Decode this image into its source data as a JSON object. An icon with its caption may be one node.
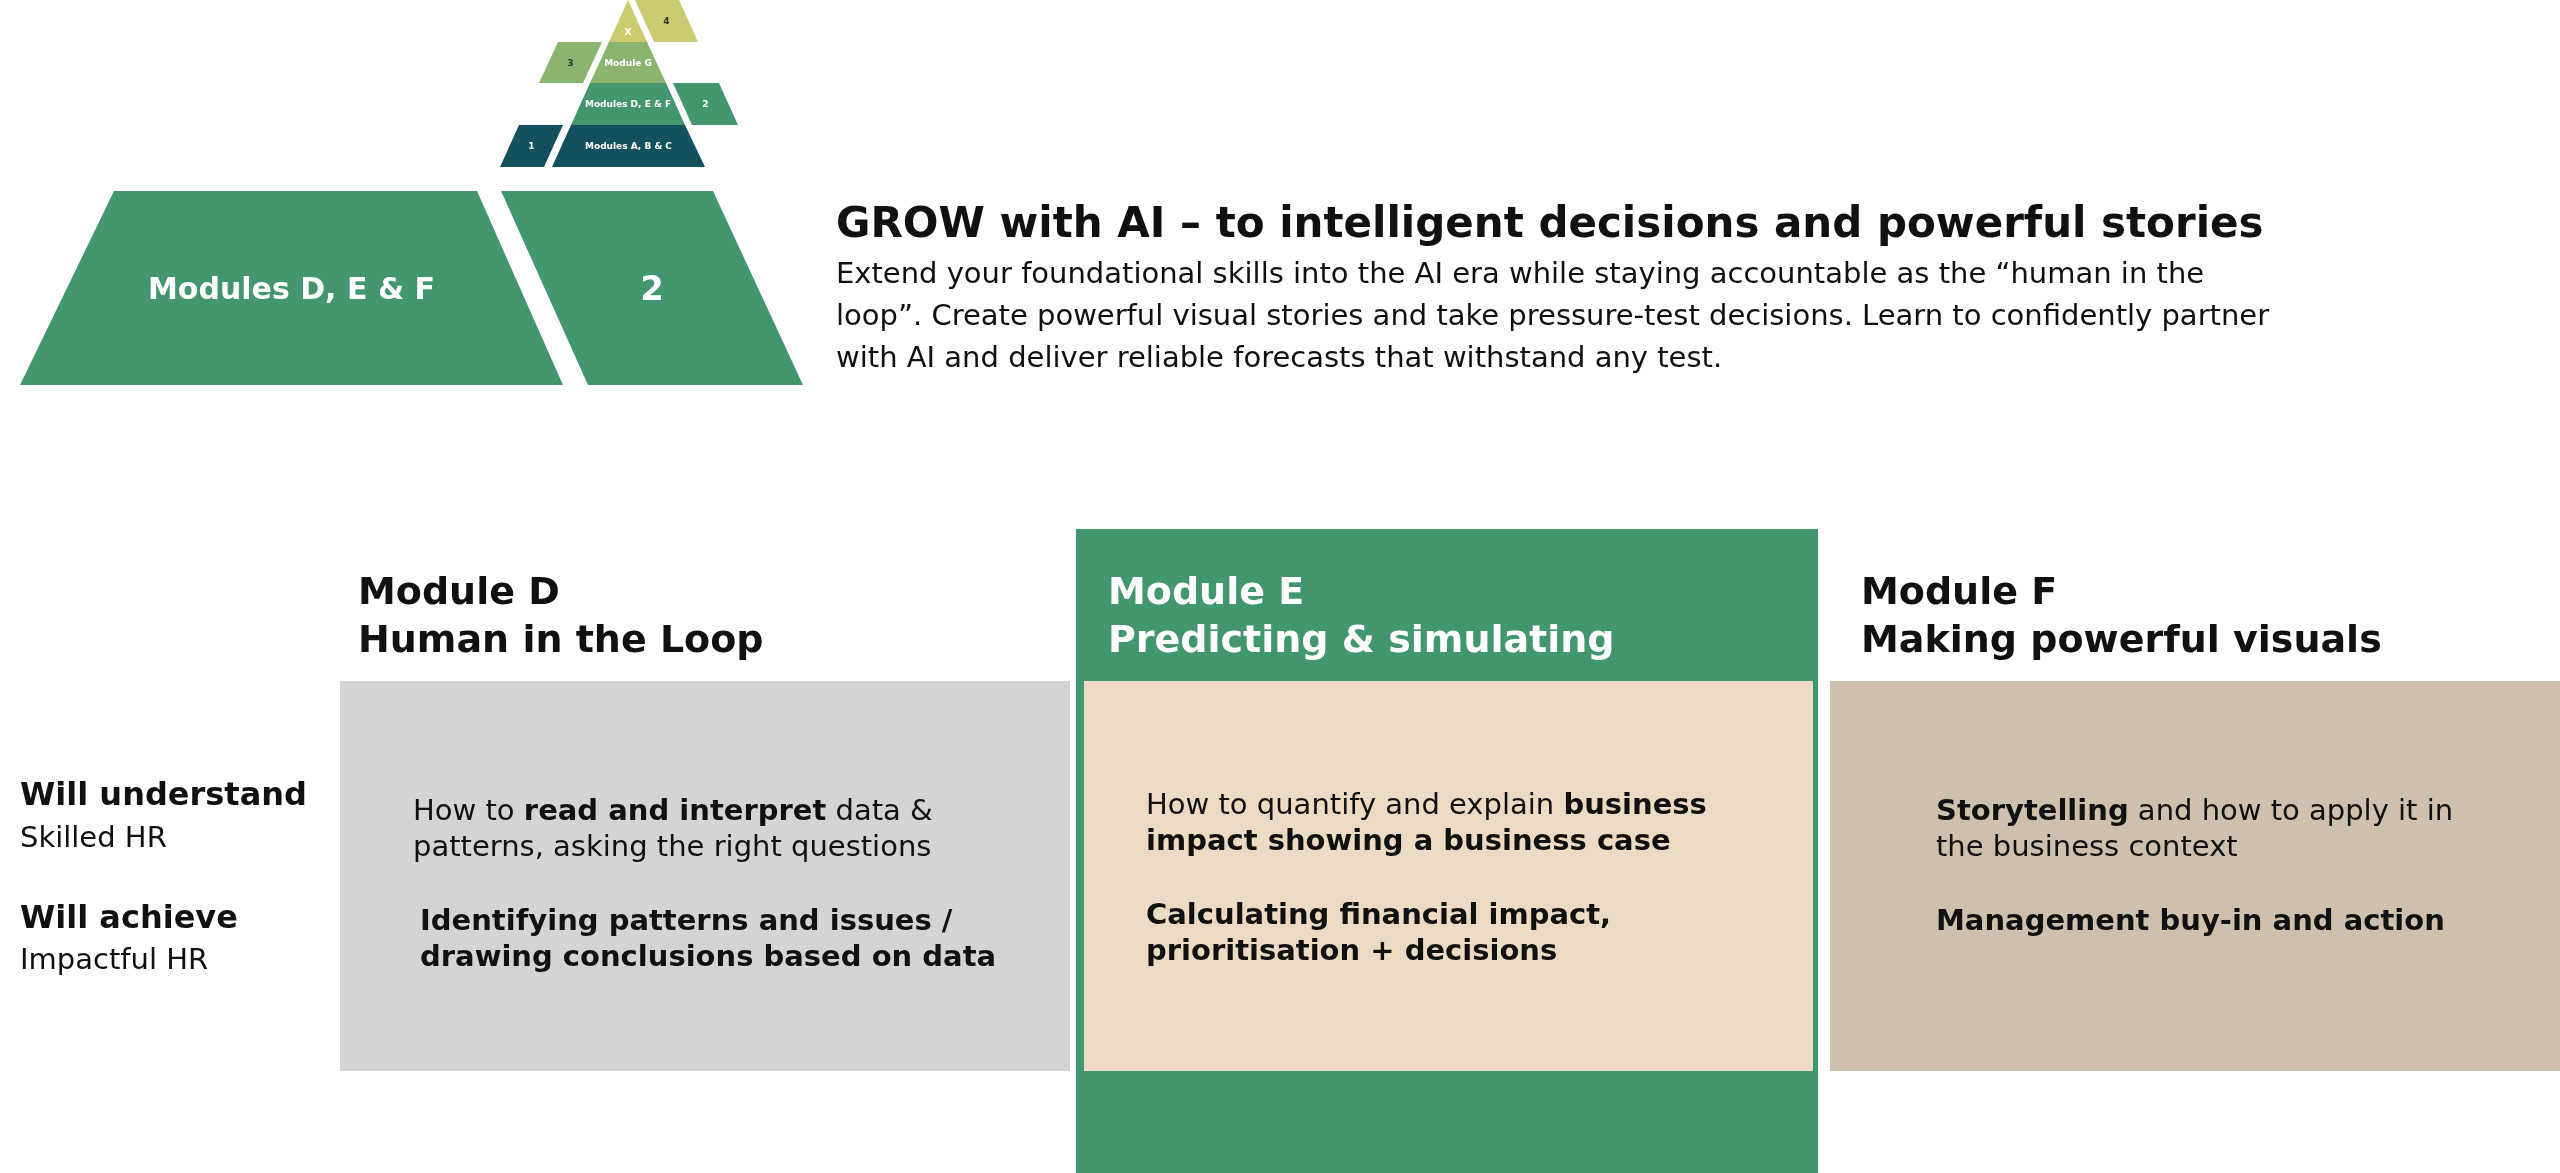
{
  "diagram": {
    "title": "GROW with AI – to intelligent decisions and powerful stories",
    "nodes": [
      {
        "text": [
          "X"
        ]
      },
      {
        "text": [
          "4"
        ]
      },
      {
        "text": [
          "3"
        ]
      },
      {
        "text": [
          "Module G"
        ]
      },
      {
        "text": [
          "Modules D, E & F"
        ]
      },
      {
        "text": [
          "2"
        ]
      },
      {
        "text": [
          "1"
        ]
      },
      {
        "text": [
          "Modules A, B & C"
        ]
      },
      {
        "text": [
          "Modules D, E & F"
        ]
      },
      {
        "text": [
          "2"
        ]
      },
      {
        "text": [
          "Module D",
          "Human in the Loop",
          "How to **read and interpret** data & patterns, asking the right questions",
          "Identifying patterns and issues / **drawing conclusions based on data**"
        ]
      },
      {
        "text": [
          "Module E",
          "Predicting & simulating"
        ]
      },
      {
        "text": [
          "How to quantify and explain **business impact showing a business case**",
          "Calculating financial impact, prioritisation + decisions"
        ],
        "in": 11
      },
      {
        "text": [
          "Module F",
          "Making powerful visuals",
          "**Storytelling** and how to apply it in the business context",
          "Management buy-in and action"
        ]
      }
    ],
    "edges": [],
    "labels": [
      "Extend your foundational skills into the AI era while staying accountable as the “human in the loop”. Create powerful visual stories and take pressure-test decisions. Learn to confidently partner with AI and deliver reliable forecasts that withstand any test.",
      "Will understand",
      "Skilled HR",
      "Will achieve",
      "Impactful HR"
    ]
  }
}
